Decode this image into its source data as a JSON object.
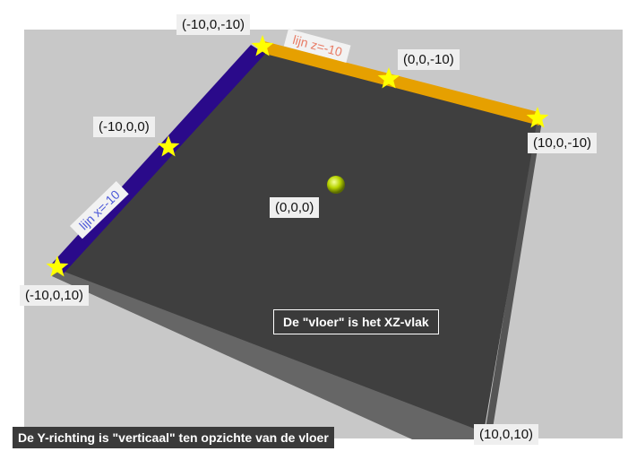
{
  "points": [
    {
      "id": "p-m10-0-m10",
      "label": "(-10,0,-10)"
    },
    {
      "id": "p-0-0-m10",
      "label": "(0,0,-10)"
    },
    {
      "id": "p-10-0-m10",
      "label": "(10,0,-10)"
    },
    {
      "id": "p-m10-0-0",
      "label": "(-10,0,0)"
    },
    {
      "id": "p-0-0-0",
      "label": "(0,0,0)"
    },
    {
      "id": "p-m10-0-10",
      "label": "(-10,0,10)"
    },
    {
      "id": "p-10-0-10",
      "label": "(10,0,10)"
    }
  ],
  "lines": {
    "z": {
      "label": "lijn z=-10",
      "color": "#e6a000"
    },
    "x": {
      "label": "lijn x=-10",
      "color": "#2a0a8a"
    }
  },
  "captions": {
    "floor": "De \"vloer\" is het XZ-vlak",
    "y_direction": "De Y-richting is \"verticaal\" ten opzichte van de vloer"
  },
  "colors": {
    "background": "#c8c8c8",
    "floor_top": "#3f3f3f",
    "floor_edge": "#666666",
    "star": "#ffff00",
    "origin_ball": "#9acd00"
  }
}
